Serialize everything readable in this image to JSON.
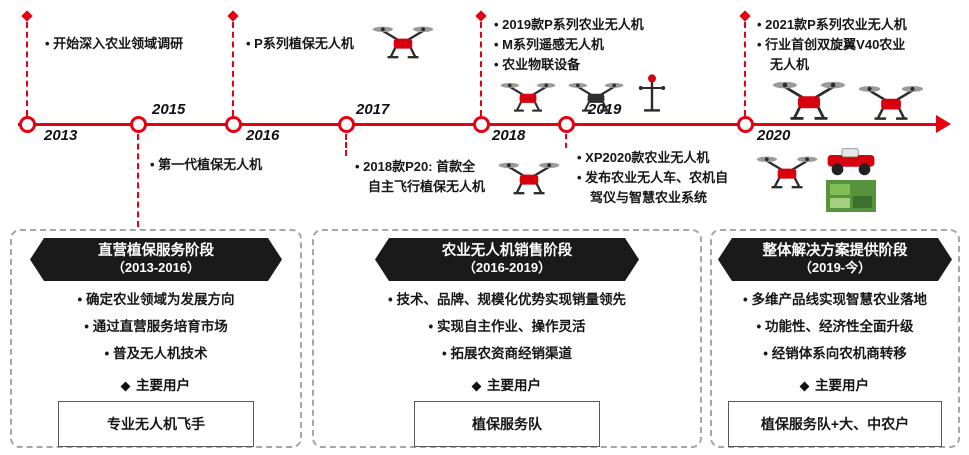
{
  "colors": {
    "accent": "#e60012",
    "banner": "#1a1a1a",
    "drone_body": "#d7000f"
  },
  "icons": {
    "drone": "drone-icon",
    "farm_vehicle": "farm-vehicle-icon",
    "field_map": "field-map-icon",
    "iot_device": "iot-device-icon",
    "diamond": "diamond-icon"
  },
  "timeline": {
    "nodes": [
      {
        "year": "2013"
      },
      {
        "year": "2015"
      },
      {
        "year": "2016"
      },
      {
        "year": "2017"
      },
      {
        "year": "2018"
      },
      {
        "year": "2019"
      },
      {
        "year": "2020"
      }
    ],
    "ann2013": {
      "b1": "开始深入农业领域调研"
    },
    "ann2015": {
      "b1": "第一代植保无人机"
    },
    "ann2016": {
      "b1": "P系列植保无人机"
    },
    "ann2017": {
      "b1l1": "2018款P20:  首款全",
      "b1l2": "自主飞行植保无人机"
    },
    "ann2018": {
      "b1": "2019款P系列农业无人机",
      "b2": "M系列遥感无人机",
      "b3": "农业物联设备"
    },
    "ann2019": {
      "b1": "XP2020款农业无人机",
      "b2l1": "发布农业无人车、农机自",
      "b2l2": "驾仪与智慧农业系统"
    },
    "ann2020": {
      "b1": "2021款P系列农业无人机",
      "b2l1": "行业首创双旋翼V40农业",
      "b2l2": "无人机"
    }
  },
  "phases": [
    {
      "title": "直营植保服务阶段",
      "years": "（2013-2016）",
      "bullets": [
        "确定农业领域为发展方向",
        "通过直营服务培育市场",
        "普及无人机技术"
      ],
      "users_label": "主要用户",
      "users": "专业无人机飞手"
    },
    {
      "title": "农业无人机销售阶段",
      "years": "（2016-2019）",
      "bullets": [
        "技术、品牌、规模化优势实现销量领先",
        "实现自主作业、操作灵活",
        "拓展农资商经销渠道"
      ],
      "users_label": "主要用户",
      "users": "植保服务队"
    },
    {
      "title": "整体解决方案提供阶段",
      "years": "（2019-今）",
      "bullets": [
        "多维产品线实现智慧农业落地",
        "功能性、经济性全面升级",
        "经销体系向农机商转移"
      ],
      "users_label": "主要用户",
      "users": "植保服务队+大、中农户"
    }
  ]
}
